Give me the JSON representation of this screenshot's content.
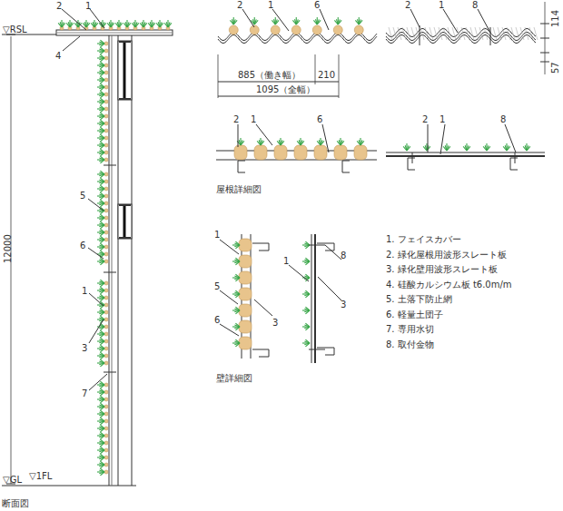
{
  "diagram": {
    "labels": [
      "▽RSL",
      "2",
      "1",
      "4",
      "12000",
      "5",
      "6",
      "1",
      "3",
      "7",
      "▽GL",
      "▽1FL",
      "断面図",
      "2",
      "1",
      "6",
      "885（働き幅）",
      "210",
      "1095（全幅）",
      "2",
      "1",
      "8",
      "114",
      "57",
      "2",
      "1",
      "6",
      "2",
      "1",
      "8",
      "屋根詳細図",
      "1",
      "5",
      "6",
      "3",
      "1",
      "8",
      "3",
      "壁詳細図",
      "1. フェイスカバー",
      "2. 緑化屋根用波形スレート板",
      "3. 緑化壁用波形スレート板",
      "4. 硅酸カルシウム板 t6.0m/m",
      "5. 土落下防止網",
      "6. 軽量土団子",
      "7. 専用水切",
      "8. 取付金物"
    ]
  }
}
